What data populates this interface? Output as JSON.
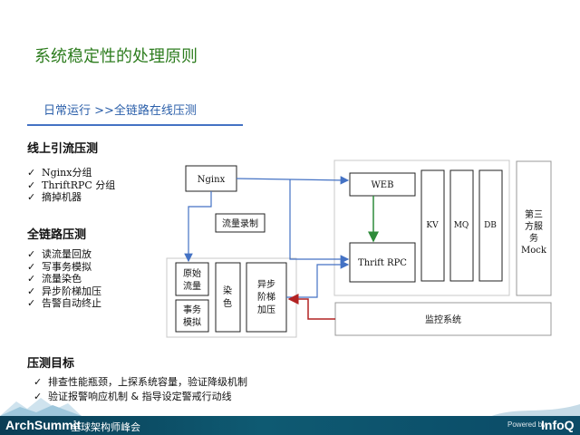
{
  "slide": {
    "title": "系统稳定性的处理原则",
    "subtitle": "日常运行  >>全链路在线压测"
  },
  "sections": {
    "online_traffic": {
      "heading": "线上引流压测",
      "items": [
        "Nginx分组",
        "ThriftRPC 分组",
        "摘掉机器"
      ]
    },
    "full_link": {
      "heading": "全链路压测",
      "items": [
        "读流量回放",
        "写事务模拟",
        "流量染色",
        "异步阶梯加压",
        "告警自动终止"
      ]
    },
    "targets": {
      "heading": "压测目标",
      "items": [
        "排查性能瓶颈，上探系统容量，验证降级机制",
        "验证报警响应机制 & 指导设定警戒行动线"
      ]
    }
  },
  "diagram": {
    "nginx": "Nginx",
    "traffic_record": "流量录制",
    "original_traffic": [
      "原始",
      "流量"
    ],
    "tx_sim": [
      "事务",
      "模拟"
    ],
    "dye": [
      "染",
      "色"
    ],
    "async_step": [
      "异步",
      "阶梯",
      "加压"
    ],
    "web": "WEB",
    "thrift_rpc": "Thrift RPC",
    "kv": "KV",
    "mq": "MQ",
    "db": "DB",
    "third_party": [
      "第三",
      "方服",
      "务",
      "Mock"
    ],
    "monitor": "监控系统"
  },
  "footer": {
    "brand": "ArchSummit",
    "brand_sub": "全球架构师峰会",
    "powered": "Powered by",
    "logo": "InfoQ"
  },
  "colors": {
    "title": "#2e7d1f",
    "accent_blue": "#4472c4",
    "arrow_green": "#2e8b3a",
    "arrow_red": "#b22222"
  },
  "icons": {
    "bullet": "check-icon"
  }
}
